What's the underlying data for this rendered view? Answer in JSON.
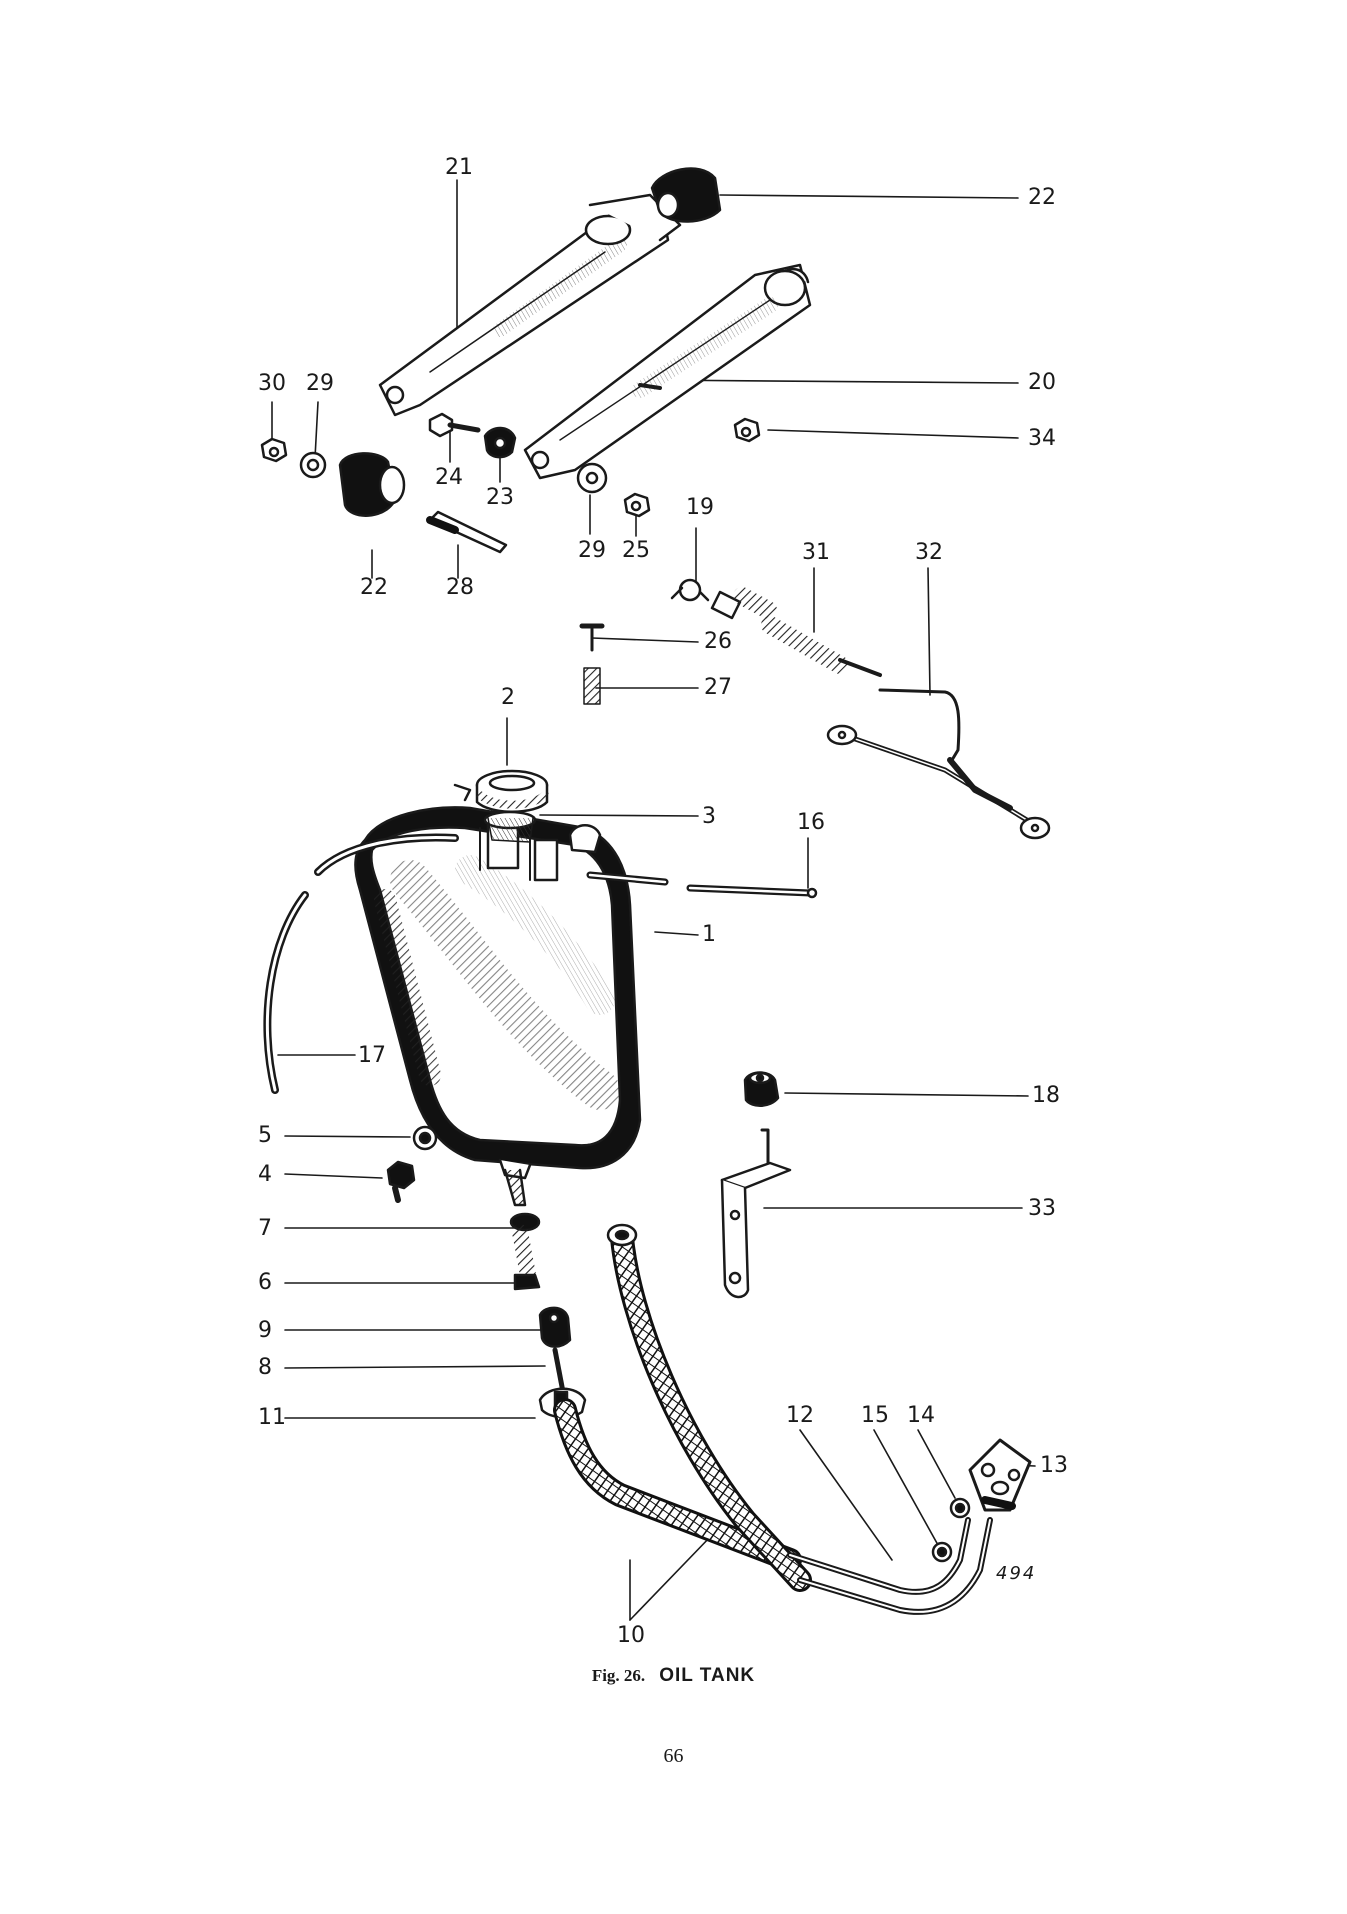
{
  "labels": {
    "l1": "1",
    "l2": "2",
    "l3": "3",
    "l4": "4",
    "l5": "5",
    "l6": "6",
    "l7": "7",
    "l8": "8",
    "l9": "9",
    "l10": "10",
    "l11": "11",
    "l12": "12",
    "l13": "13",
    "l14": "14",
    "l15": "15",
    "l16": "16",
    "l17": "17",
    "l18": "18",
    "l19": "19",
    "l20": "20",
    "l21": "21",
    "l22a": "22",
    "l22b": "22",
    "l23": "23",
    "l24": "24",
    "l25": "25",
    "l26": "26",
    "l27": "27",
    "l28": "28",
    "l29a": "29",
    "l29b": "29",
    "l30": "30",
    "l31": "31",
    "l32": "32",
    "l33": "33",
    "l34": "34"
  },
  "plate_number": "494",
  "caption": {
    "fig": "Fig. 26.",
    "title": "OIL TANK"
  },
  "page_number": "66"
}
